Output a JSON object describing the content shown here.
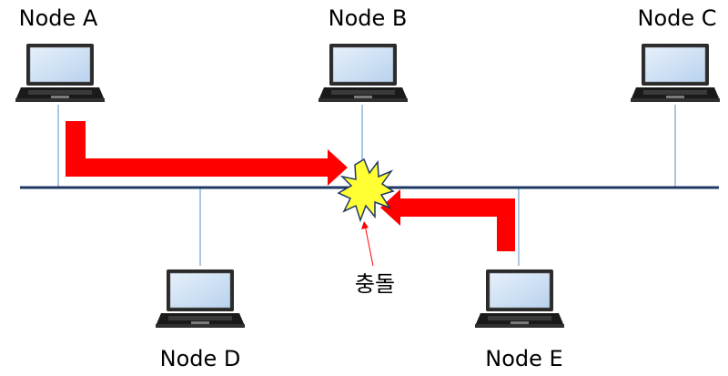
{
  "nodes": {
    "a": {
      "label": "Node A"
    },
    "b": {
      "label": "Node B"
    },
    "c": {
      "label": "Node C"
    },
    "d": {
      "label": "Node D"
    },
    "e": {
      "label": "Node E"
    }
  },
  "collision": {
    "label": "충돌"
  },
  "colors": {
    "bus": "#1f3864",
    "drop_line": "#8eb4d8",
    "arrow": "#ff0000",
    "burst_fill": "#ffff33",
    "burst_stroke": "#1f3864",
    "screen": "#cfe0f5"
  }
}
